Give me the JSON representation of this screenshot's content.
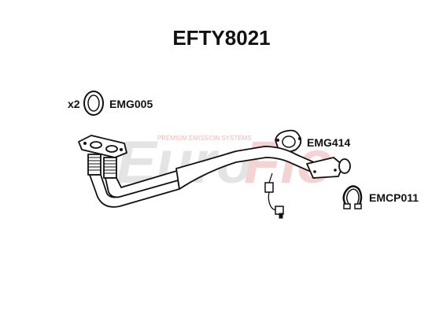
{
  "title": "EFTY8021",
  "labels": {
    "gasket_qty": "x2",
    "gasket": "EMG005",
    "flange_gasket": "EMG414",
    "clamp": "EMCP011"
  },
  "watermark": {
    "brand": "EuroFlo",
    "tagline": "PREMIUM EMISSION SYSTEMS",
    "colors": {
      "euro": "#e4e4e4",
      "flo": "#f6d3d3"
    }
  },
  "colors": {
    "ink": "#111111",
    "metal": "#ffffff"
  }
}
